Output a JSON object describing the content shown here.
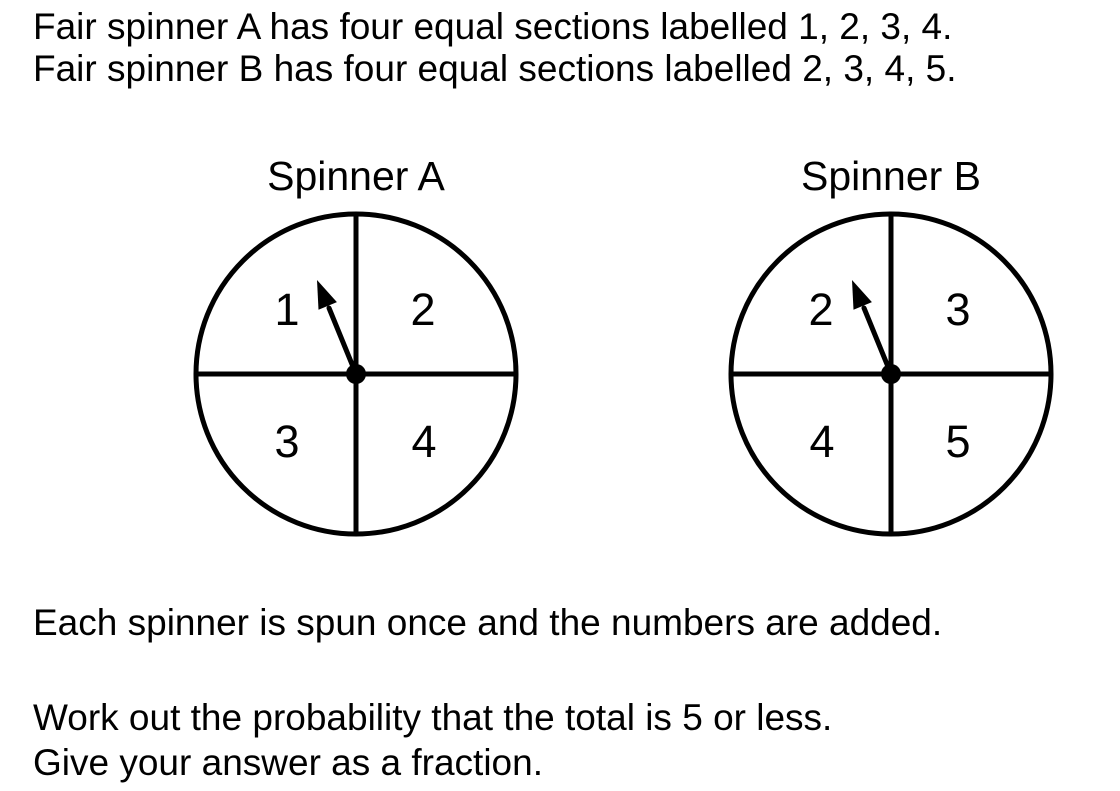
{
  "colors": {
    "background": "#ffffff",
    "ink": "#000000"
  },
  "intro": {
    "line1": "Fair spinner A has four equal sections labelled 1, 2, 3, 4.",
    "line2": "Fair spinner B has four equal sections labelled 2, 3, 4, 5."
  },
  "spinners": [
    {
      "title": "Spinner A",
      "sections": [
        "1",
        "2",
        "3",
        "4"
      ]
    },
    {
      "title": "Spinner B",
      "sections": [
        "2",
        "3",
        "4",
        "5"
      ]
    }
  ],
  "question": {
    "line1": "Each spinner is spun once and the numbers are added.",
    "line2": "Work out the probability that the total is 5 or less.",
    "line3": "Give your answer as a fraction."
  }
}
